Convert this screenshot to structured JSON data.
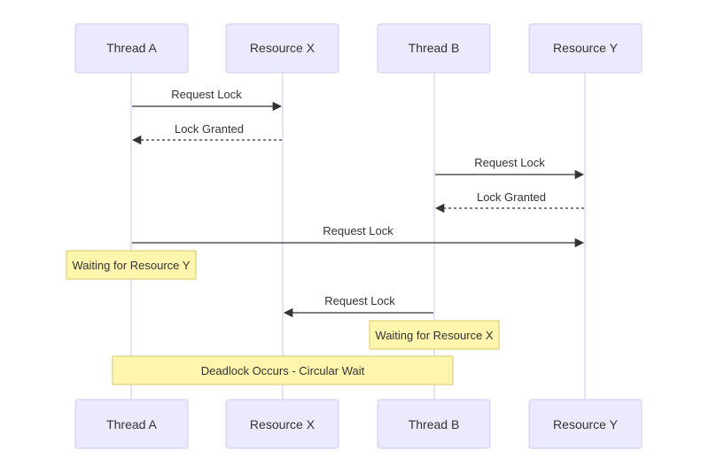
{
  "participants": [
    {
      "name": "Thread A"
    },
    {
      "name": "Resource X"
    },
    {
      "name": "Thread B"
    },
    {
      "name": "Resource Y"
    }
  ],
  "messages": [
    {
      "label": "Request Lock",
      "from": 0,
      "to": 1,
      "style": "solid"
    },
    {
      "label": "Lock Granted",
      "from": 1,
      "to": 0,
      "style": "dashed"
    },
    {
      "label": "Request Lock",
      "from": 2,
      "to": 3,
      "style": "solid"
    },
    {
      "label": "Lock Granted",
      "from": 3,
      "to": 2,
      "style": "dashed"
    },
    {
      "label": "Request Lock",
      "from": 0,
      "to": 3,
      "style": "solid"
    },
    {
      "label": "Request Lock",
      "from": 2,
      "to": 1,
      "style": "solid"
    }
  ],
  "notes": [
    {
      "text": "Waiting for Resource Y",
      "anchor": "Thread A"
    },
    {
      "text": "Waiting for Resource X",
      "anchor": "Thread B"
    },
    {
      "text": "Deadlock Occurs - Circular Wait",
      "anchor": "Thread A to Thread B"
    }
  ],
  "colors": {
    "participant_fill": "#eaeafc",
    "participant_stroke": "#ccccf4",
    "lifeline": "#d4d0f0",
    "message_line": "#333333",
    "note_fill": "#fff5ad",
    "note_stroke": "#d6c96a",
    "text": "#333333"
  }
}
